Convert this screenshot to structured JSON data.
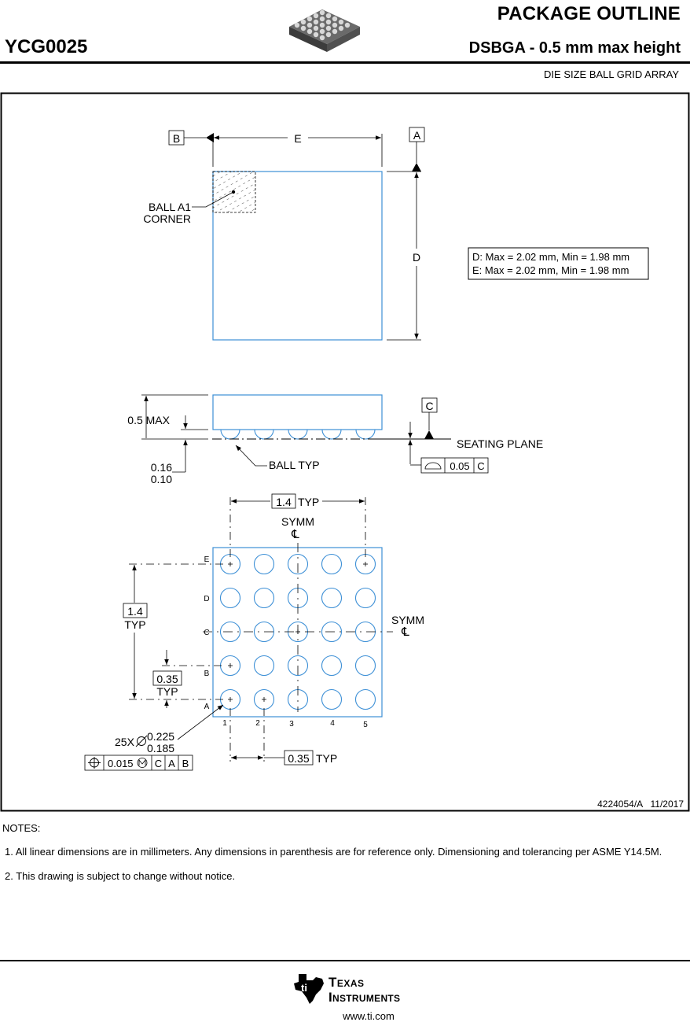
{
  "header": {
    "title": "PACKAGE OUTLINE",
    "part_number": "YCG0025",
    "subtitle": "DSBGA - 0.5 mm max height",
    "description": "DIE SIZE BALL GRID ARRAY"
  },
  "drawing": {
    "top_view": {
      "datum_b": "B",
      "datum_a": "A",
      "dim_e": "E",
      "dim_d": "D",
      "ball_a1_line1": "BALL A1",
      "ball_a1_line2": "CORNER",
      "spec_line1": "D: Max = 2.02 mm, Min = 1.98 mm",
      "spec_line2": "E: Max = 2.02 mm, Min = 1.98 mm"
    },
    "side_view": {
      "max_height": "0.5 MAX",
      "datum_c": "C",
      "seating_plane": "SEATING PLANE",
      "standoff_max": "0.16",
      "standoff_min": "0.10",
      "ball_typ": "BALL TYP",
      "flatness_value": "0.05",
      "flatness_datum": "C"
    },
    "bottom_view": {
      "pitch_x": "1.4",
      "pitch_x_typ": "TYP",
      "symm_top": "SYMM",
      "symm_right": "SYMM",
      "cl_symbol": "℄",
      "pitch_y": "1.4",
      "pitch_y_typ": "TYP",
      "small_pitch_y": "0.35",
      "small_pitch_y_typ": "TYP",
      "small_pitch_x": "0.35",
      "small_pitch_x_typ": "TYP",
      "row_labels": [
        "E",
        "D",
        "C",
        "B",
        "A"
      ],
      "col_labels": [
        "1",
        "2",
        "3",
        "4",
        "5"
      ],
      "ball_count": "25X",
      "ball_dia_max": "0.225",
      "ball_dia_min": "0.185",
      "position_tol": "0.015",
      "position_datums": [
        "C",
        "A",
        "B"
      ]
    },
    "doc_number": "4224054/A   11/2017"
  },
  "notes": {
    "title": "NOTES:",
    "items": [
      "1. All linear dimensions are in millimeters. Any dimensions in parenthesis are for reference only. Dimensioning and tolerancing per ASME Y14.5M.",
      "2. This drawing is subject to change without notice."
    ]
  },
  "footer": {
    "logo_line1": "Texas",
    "logo_line2": "Instruments",
    "url": "www.ti.com"
  },
  "colors": {
    "outline_blue": "#3c8fd6",
    "ink": "#000000"
  }
}
